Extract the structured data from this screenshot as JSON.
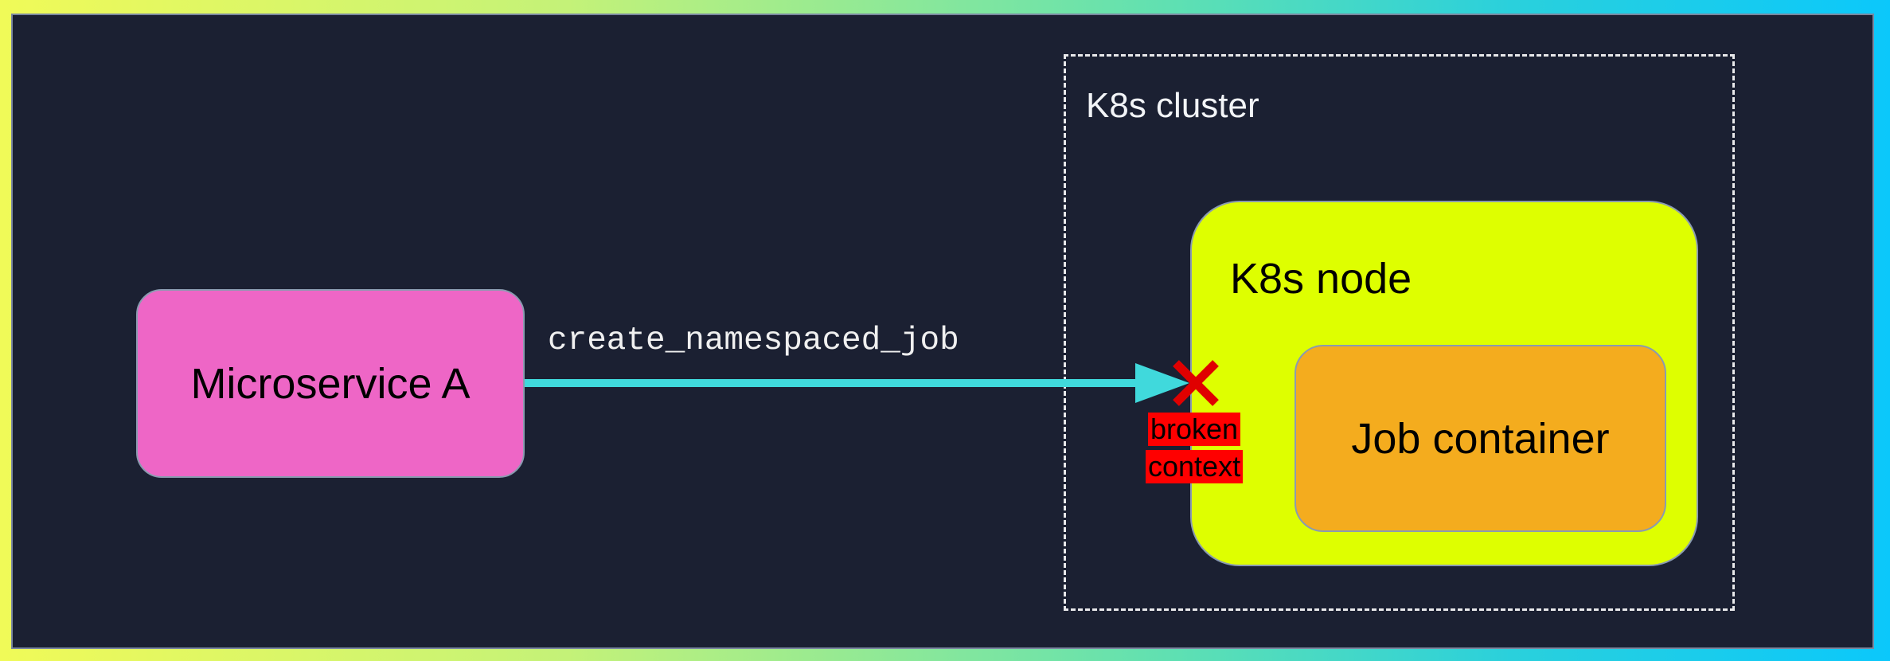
{
  "diagram": {
    "nodes": {
      "microservice_a": {
        "label": "Microservice A",
        "fill": "#ee66c6"
      },
      "k8s_cluster": {
        "label": "K8s cluster",
        "style": "dashed"
      },
      "k8s_node": {
        "label": "K8s node",
        "fill": "#deff00"
      },
      "job_container": {
        "label": "Job container",
        "fill": "#f4ac1e"
      }
    },
    "edges": [
      {
        "from": "Microservice A",
        "to": "K8s node",
        "label": "create_namespaced_job",
        "color": "#40d9dc",
        "status": "broken"
      }
    ],
    "error_marker": {
      "icon": "x-mark-icon",
      "color": "#e00000",
      "label_lines": [
        "broken",
        "context"
      ],
      "label_background": "#ff0000"
    },
    "colors": {
      "background": "#1b2032",
      "frame_gradient_start": "#f0fa58",
      "frame_gradient_end": "#0bc8fb"
    }
  }
}
